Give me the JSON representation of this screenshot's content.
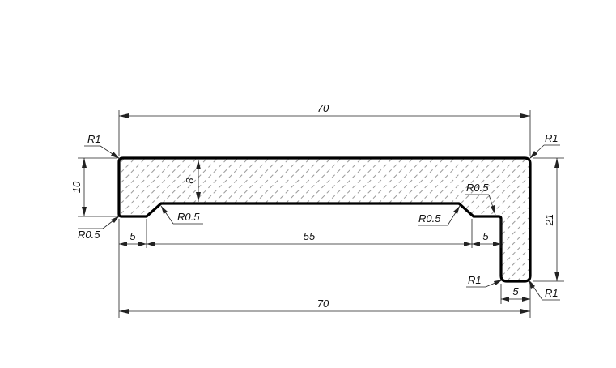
{
  "colors": {
    "outline": "#000000",
    "dimension": "#222222",
    "hatch": "#9a9a9a",
    "background": "#ffffff"
  },
  "dimensions": {
    "overall_width_top": "70",
    "overall_width_bottom": "70",
    "left_height": "10",
    "right_height": "21",
    "inner_depth": "8",
    "left_step": "5",
    "middle_span": "55",
    "right_step": "5",
    "leg_width": "5"
  },
  "radii": {
    "top_left": "R1",
    "top_right": "R1",
    "bottom_left": "R0.5",
    "left_chamfer": "R0.5",
    "right_chamfer": "R0.5",
    "inner_corner": "R0.5",
    "leg_inner": "R1",
    "leg_outer": "R1"
  }
}
